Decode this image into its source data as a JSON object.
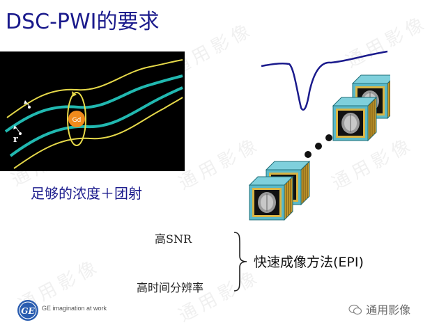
{
  "slide": {
    "title": "DSC-PWI的要求",
    "caption_bolus": "足够的浓度＋团射",
    "vessel_diagram": {
      "contrast_label": "Gd",
      "radius_label": "r"
    },
    "requirements": {
      "snr": "高SNR",
      "resolution": "高时间分辨率",
      "method": "快速成像方法(EPI)"
    },
    "footer": {
      "tagline": "GE imagination at work",
      "logo_text": "GE"
    },
    "watermark": {
      "text": "通用影像",
      "corner": "通用影像"
    }
  },
  "colors": {
    "title": "#1a1a8c",
    "vessel_center": "#21b8b0",
    "vessel_wall": "#e6d94a",
    "contrast_bolus": "#f08a1c",
    "cube_face": "#5ab9c8",
    "cube_slices": "#c69a2c",
    "curve": "#1a1a8c"
  }
}
